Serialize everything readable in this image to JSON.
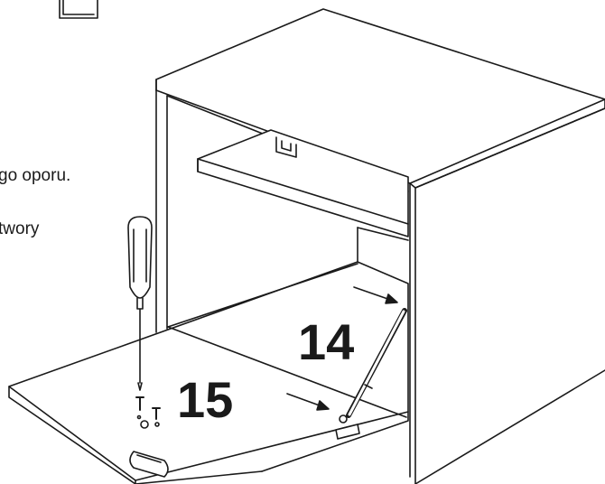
{
  "instructions": {
    "line1": "go oporu.",
    "line2": "twory"
  },
  "steps": {
    "step14": "14",
    "step15": "15"
  },
  "colors": {
    "ink": "#1a1a1a",
    "paper": "#ffffff"
  }
}
